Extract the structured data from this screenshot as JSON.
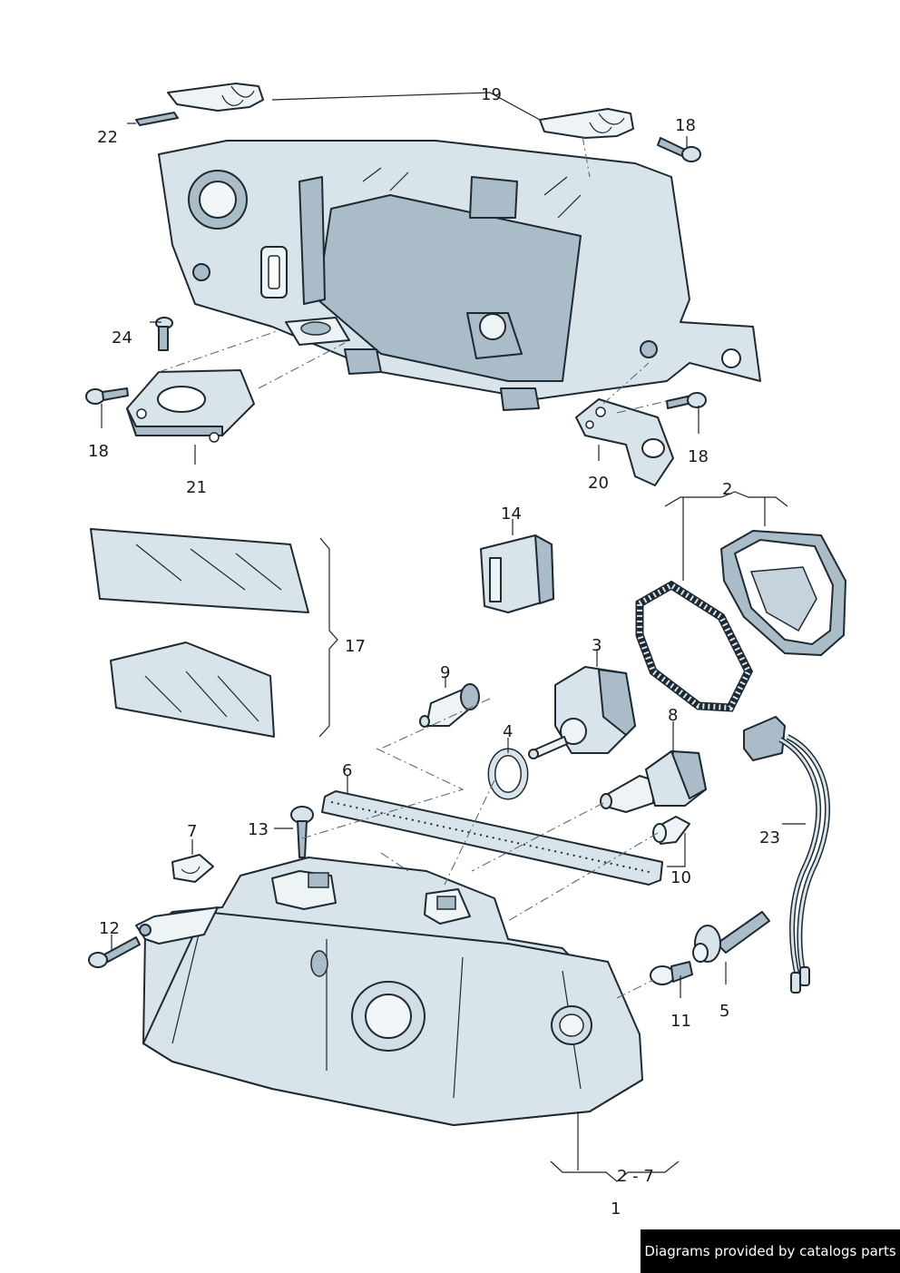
{
  "labels": {
    "l1": "1",
    "l2": "2",
    "l2_7": "2 - 7",
    "l3": "3",
    "l4": "4",
    "l5": "5",
    "l6": "6",
    "l7": "7",
    "l8": "8",
    "l9": "9",
    "l10": "10",
    "l11a": "11",
    "l12": "12",
    "l13": "13",
    "l14": "14",
    "l17": "17",
    "l18a": "18",
    "l18b": "18",
    "l18c": "18",
    "l19": "19",
    "l20": "20",
    "l21": "21",
    "l22": "22",
    "l23": "23",
    "l24": "24"
  },
  "watermark": "Diagrams provided by catalogs parts"
}
